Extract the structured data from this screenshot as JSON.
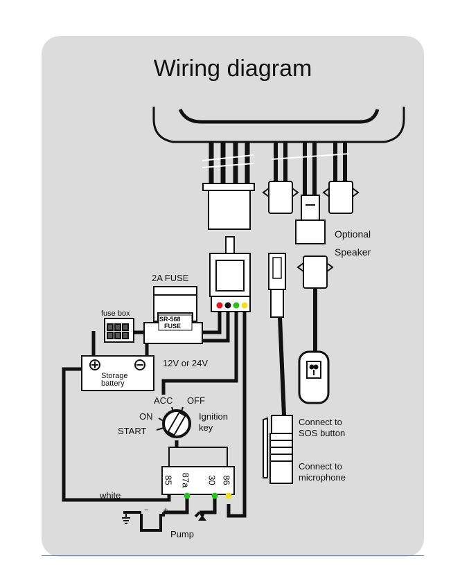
{
  "title": "Wiring diagram",
  "labels": {
    "optional": "Optional",
    "speaker": "Speaker",
    "fuse_2a": "2A FUSE",
    "fuse_box": "fuse box",
    "fuse_part": "SR-568",
    "fuse_word": "FUSE",
    "voltage": "12V or 24V",
    "storage_battery_1": "Storage",
    "storage_battery_2": "battery",
    "acc": "ACC",
    "off": "OFF",
    "on": "ON",
    "start": "START",
    "ignition_1": "Ignition",
    "ignition_2": "key",
    "sos_1": "Connect to",
    "sos_2": "SOS button",
    "mic_1": "Connect to",
    "mic_2": "microphone",
    "white": "white",
    "pump": "Pump",
    "relay_85": "85",
    "relay_87a": "87a",
    "relay_30": "30",
    "relay_86": "86",
    "plus": "+",
    "minus": "−"
  },
  "colors": {
    "panel": "#dcdcdc",
    "wire": "#111111",
    "red_dot": "#e8141c",
    "black_dot": "#111111",
    "green_dot": "#27c21f",
    "yellow_dot": "#f2e21a"
  }
}
